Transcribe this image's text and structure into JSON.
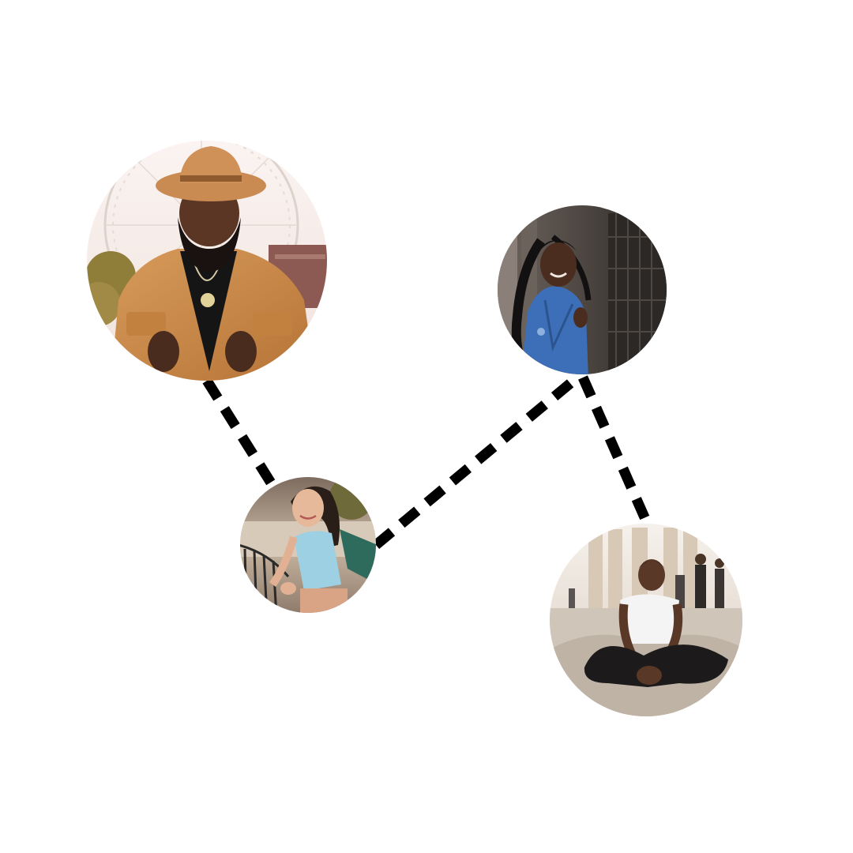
{
  "diagram": {
    "type": "social-connection-graph",
    "line_style": "dashed",
    "line_color": "#000000",
    "background": "#ffffff",
    "people": [
      {
        "id": "man-hat",
        "description_icon": "avatar-man-in-hat-and-tan-coat"
      },
      {
        "id": "woman-denim",
        "description_icon": "avatar-woman-in-denim-jacket"
      },
      {
        "id": "woman-railing",
        "description_icon": "avatar-woman-at-railing"
      },
      {
        "id": "man-sitting",
        "description_icon": "avatar-man-sitting-cross-legged"
      }
    ],
    "connections": [
      {
        "from": "man-hat",
        "to": "woman-railing"
      },
      {
        "from": "woman-railing",
        "to": "woman-denim"
      },
      {
        "from": "woman-denim",
        "to": "man-sitting"
      }
    ]
  }
}
